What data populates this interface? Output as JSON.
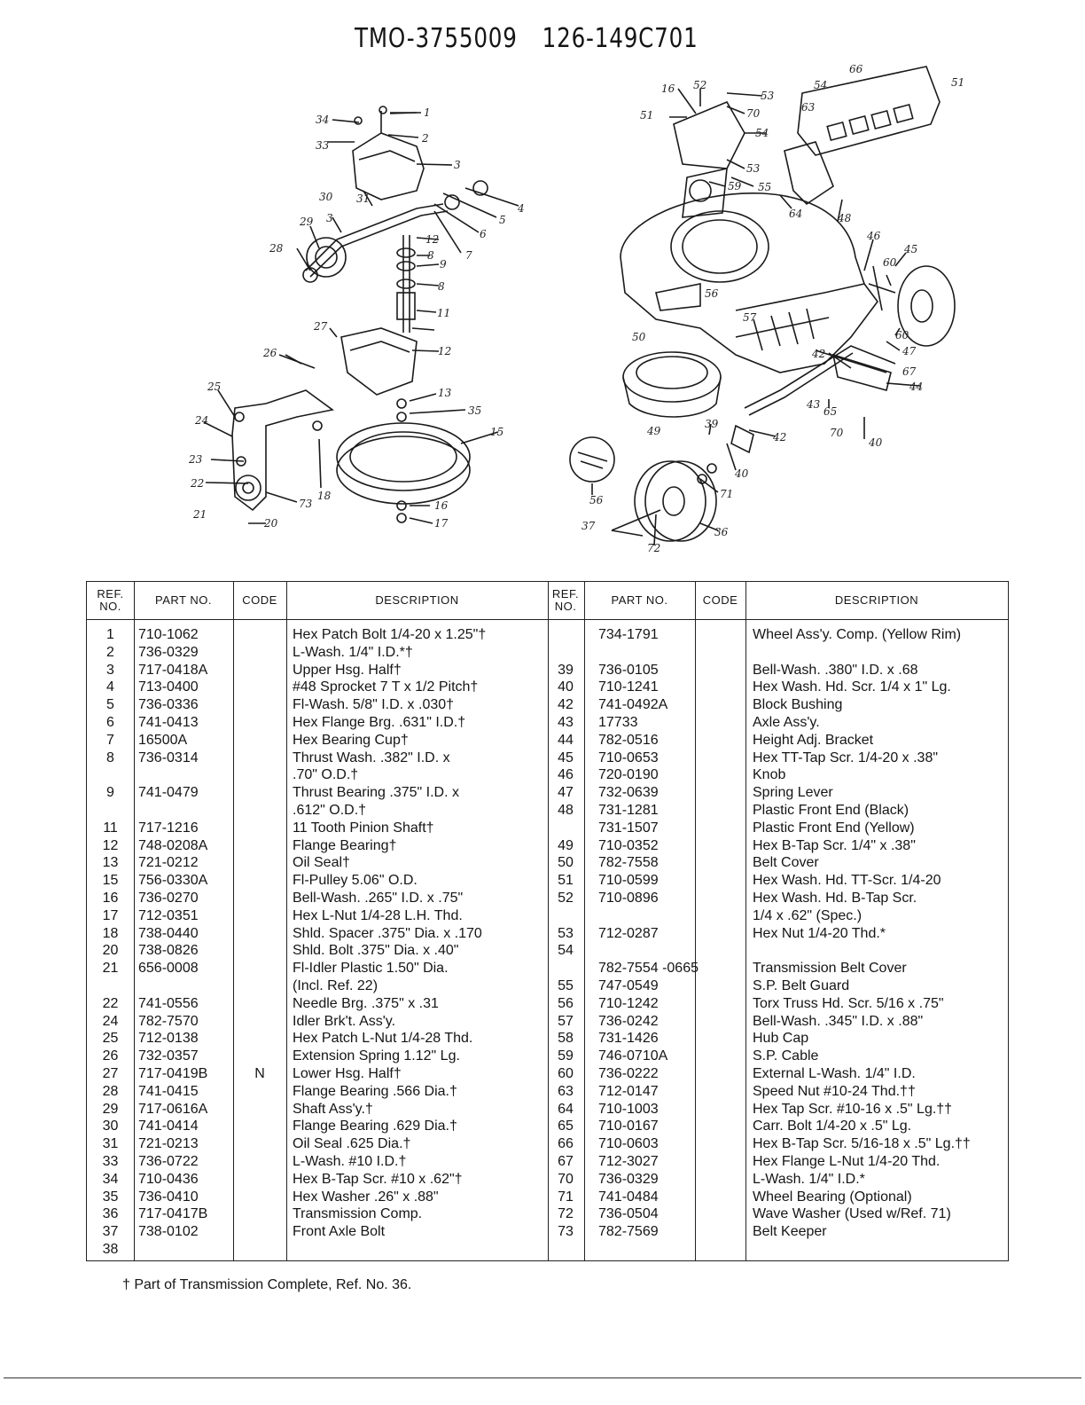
{
  "document": {
    "title_model": "TMO-3755009",
    "title_part": "126-149C701"
  },
  "table_headers": {
    "ref_no": "REF. NO.",
    "part_no": "PART NO.",
    "code": "CODE",
    "description": "DESCRIPTION"
  },
  "left_rows": [
    {
      "ref": "1",
      "part": "710-1062",
      "code": "",
      "desc": "Hex Patch Bolt 1/4-20 x 1.25\"†"
    },
    {
      "ref": "2",
      "part": "736-0329",
      "code": "",
      "desc": "L-Wash. 1/4\" I.D.*†"
    },
    {
      "ref": "3",
      "part": "717-0418A",
      "code": "",
      "desc": "Upper Hsg. Half†"
    },
    {
      "ref": "4",
      "part": "713-0400",
      "code": "",
      "desc": "#48 Sprocket 7 T x 1/2 Pitch†"
    },
    {
      "ref": "5",
      "part": "736-0336",
      "code": "",
      "desc": "Fl-Wash. 5/8\" I.D. x .030†"
    },
    {
      "ref": "6",
      "part": "741-0413",
      "code": "",
      "desc": "Hex Flange Brg. .631\" I.D.†"
    },
    {
      "ref": "7",
      "part": "16500A",
      "code": "",
      "desc": "Hex Bearing Cup†"
    },
    {
      "ref": "8",
      "part": "736-0314",
      "code": "",
      "desc": "Thrust Wash. .382\" I.D. x"
    },
    {
      "ref": "",
      "part": "",
      "code": "",
      "desc": "   .70\" O.D.†"
    },
    {
      "ref": "9",
      "part": "741-0479",
      "code": "",
      "desc": "Thrust Bearing .375\" I.D. x"
    },
    {
      "ref": "",
      "part": "",
      "code": "",
      "desc": "   .612\" O.D.†"
    },
    {
      "ref": "11",
      "part": "717-1216",
      "code": "",
      "desc": "11 Tooth Pinion Shaft†"
    },
    {
      "ref": "12",
      "part": "748-0208A",
      "code": "",
      "desc": "Flange Bearing†"
    },
    {
      "ref": "13",
      "part": "721-0212",
      "code": "",
      "desc": "Oil Seal†"
    },
    {
      "ref": "15",
      "part": "756-0330A",
      "code": "",
      "desc": "Fl-Pulley 5.06\" O.D."
    },
    {
      "ref": "16",
      "part": "736-0270",
      "code": "",
      "desc": "Bell-Wash. .265\" I.D. x .75\""
    },
    {
      "ref": "17",
      "part": "712-0351",
      "code": "",
      "desc": "Hex L-Nut 1/4-28 L.H. Thd."
    },
    {
      "ref": "18",
      "part": "738-0440",
      "code": "",
      "desc": "Shld. Spacer .375\" Dia. x .170"
    },
    {
      "ref": "20",
      "part": "738-0826",
      "code": "",
      "desc": "Shld. Bolt .375\" Dia. x .40\""
    },
    {
      "ref": "21",
      "part": "656-0008",
      "code": "",
      "desc": "Fl-Idler Plastic 1.50\" Dia."
    },
    {
      "ref": "",
      "part": "",
      "code": "",
      "desc": "   (Incl. Ref. 22)"
    },
    {
      "ref": "22",
      "part": "741-0556",
      "code": "",
      "desc": "Needle Brg. .375\" x .31"
    },
    {
      "ref": "24",
      "part": "782-7570",
      "code": "",
      "desc": "Idler Brk't. Ass'y."
    },
    {
      "ref": "25",
      "part": "712-0138",
      "code": "",
      "desc": "Hex Patch L-Nut 1/4-28 Thd."
    },
    {
      "ref": "26",
      "part": "732-0357",
      "code": "",
      "desc": "Extension Spring 1.12\" Lg."
    },
    {
      "ref": "27",
      "part": "717-0419B",
      "code": "N",
      "desc": "Lower Hsg. Half†"
    },
    {
      "ref": "28",
      "part": "741-0415",
      "code": "",
      "desc": "Flange Bearing .566 Dia.†"
    },
    {
      "ref": "29",
      "part": "717-0616A",
      "code": "",
      "desc": "Shaft Ass'y.†"
    },
    {
      "ref": "30",
      "part": "741-0414",
      "code": "",
      "desc": "Flange Bearing .629 Dia.†"
    },
    {
      "ref": "31",
      "part": "721-0213",
      "code": "",
      "desc": "Oil Seal .625 Dia.†"
    },
    {
      "ref": "33",
      "part": "736-0722",
      "code": "",
      "desc": "L-Wash. #10 I.D.†"
    },
    {
      "ref": "34",
      "part": "710-0436",
      "code": "",
      "desc": "Hex B-Tap Scr. #10 x .62\"†"
    },
    {
      "ref": "35",
      "part": "736-0410",
      "code": "",
      "desc": "Hex Washer .26\" x .88\""
    },
    {
      "ref": "36",
      "part": "717-0417B",
      "code": "",
      "desc": "Transmission Comp."
    },
    {
      "ref": "37",
      "part": "738-0102",
      "code": "",
      "desc": "Front Axle Bolt"
    },
    {
      "ref": "38",
      "part": "",
      "code": "",
      "desc": ""
    }
  ],
  "right_rows": [
    {
      "ref": "",
      "part": "734-1791",
      "code": "",
      "desc": "Wheel Ass'y. Comp. (Yellow Rim)"
    },
    {
      "ref": "",
      "part": "",
      "code": "",
      "desc": ""
    },
    {
      "ref": "39",
      "part": "736-0105",
      "code": "",
      "desc": "Bell-Wash. .380\" I.D. x .68"
    },
    {
      "ref": "40",
      "part": "710-1241",
      "code": "",
      "desc": "Hex Wash. Hd. Scr. 1/4 x 1\" Lg."
    },
    {
      "ref": "42",
      "part": "741-0492A",
      "code": "",
      "desc": "Block Bushing"
    },
    {
      "ref": "43",
      "part": "17733",
      "code": "",
      "desc": "Axle Ass'y."
    },
    {
      "ref": "44",
      "part": "782-0516",
      "code": "",
      "desc": "Height Adj. Bracket"
    },
    {
      "ref": "45",
      "part": "710-0653",
      "code": "",
      "desc": "Hex TT-Tap Scr. 1/4-20 x .38\""
    },
    {
      "ref": "46",
      "part": "720-0190",
      "code": "",
      "desc": "Knob"
    },
    {
      "ref": "47",
      "part": "732-0639",
      "code": "",
      "desc": "Spring Lever"
    },
    {
      "ref": "48",
      "part": "731-1281",
      "code": "",
      "desc": "Plastic Front End (Black)"
    },
    {
      "ref": "",
      "part": "731-1507",
      "code": "",
      "desc": "Plastic Front End (Yellow)"
    },
    {
      "ref": "49",
      "part": "710-0352",
      "code": "",
      "desc": "Hex B-Tap Scr. 1/4\" x .38\""
    },
    {
      "ref": "50",
      "part": "782-7558",
      "code": "",
      "desc": "Belt Cover"
    },
    {
      "ref": "51",
      "part": "710-0599",
      "code": "",
      "desc": "Hex Wash. Hd. TT-Scr. 1/4-20"
    },
    {
      "ref": "52",
      "part": "710-0896",
      "code": "",
      "desc": "Hex Wash. Hd. B-Tap Scr."
    },
    {
      "ref": "",
      "part": "",
      "code": "",
      "desc": "   1/4 x .62\" (Spec.)"
    },
    {
      "ref": "53",
      "part": "712-0287",
      "code": "",
      "desc": "Hex Nut 1/4-20 Thd.*"
    },
    {
      "ref": "54",
      "part": "",
      "code": "",
      "desc": ""
    },
    {
      "ref": "",
      "part": "782-7554 -0665",
      "code": "",
      "desc": "Transmission Belt Cover"
    },
    {
      "ref": "55",
      "part": "747-0549",
      "code": "",
      "desc": "S.P. Belt Guard"
    },
    {
      "ref": "56",
      "part": "710-1242",
      "code": "",
      "desc": "Torx Truss Hd. Scr. 5/16 x .75\""
    },
    {
      "ref": "57",
      "part": "736-0242",
      "code": "",
      "desc": "Bell-Wash. .345\" I.D. x .88\""
    },
    {
      "ref": "58",
      "part": "731-1426",
      "code": "",
      "desc": "Hub Cap"
    },
    {
      "ref": "59",
      "part": "746-0710A",
      "code": "",
      "desc": "S.P. Cable"
    },
    {
      "ref": "60",
      "part": "736-0222",
      "code": "",
      "desc": "External L-Wash. 1/4\" I.D."
    },
    {
      "ref": "63",
      "part": "712-0147",
      "code": "",
      "desc": "Speed Nut #10-24 Thd.††"
    },
    {
      "ref": "64",
      "part": "710-1003",
      "code": "",
      "desc": "Hex Tap Scr. #10-16 x .5\" Lg.††"
    },
    {
      "ref": "65",
      "part": "710-0167",
      "code": "",
      "desc": "Carr. Bolt 1/4-20 x .5\" Lg."
    },
    {
      "ref": "66",
      "part": "710-0603",
      "code": "",
      "desc": "Hex B-Tap Scr. 5/16-18 x .5\" Lg.††"
    },
    {
      "ref": "67",
      "part": "712-3027",
      "code": "",
      "desc": "Hex Flange L-Nut 1/4-20 Thd."
    },
    {
      "ref": "70",
      "part": "736-0329",
      "code": "",
      "desc": "L-Wash. 1/4\" I.D.*"
    },
    {
      "ref": "71",
      "part": "741-0484",
      "code": "",
      "desc": "Wheel Bearing (Optional)"
    },
    {
      "ref": "72",
      "part": "736-0504",
      "code": "",
      "desc": "Wave Washer (Used w/Ref. 71)"
    },
    {
      "ref": "73",
      "part": "782-7569",
      "code": "",
      "desc": "Belt Keeper"
    }
  ],
  "footnote": "† Part of Transmission Complete, Ref. No. 36.",
  "callouts_left": [
    "1",
    "2",
    "3",
    "4",
    "5",
    "6",
    "7",
    "8",
    "9",
    "8",
    "11",
    "12",
    "12",
    "13",
    "15",
    "16",
    "17",
    "18",
    "20",
    "21",
    "22",
    "23",
    "24",
    "25",
    "26",
    "27",
    "28",
    "29",
    "30",
    "31",
    "33",
    "34",
    "35",
    "73",
    "3"
  ],
  "callouts_right": [
    "16",
    "52",
    "53",
    "70",
    "51",
    "54",
    "63",
    "66",
    "51",
    "54",
    "53",
    "55",
    "59",
    "64",
    "48",
    "46",
    "45",
    "60",
    "56",
    "50",
    "47",
    "60",
    "57",
    "67",
    "44",
    "42",
    "43",
    "65",
    "70",
    "40",
    "49",
    "39",
    "42",
    "40",
    "71",
    "56",
    "37",
    "72",
    "36"
  ]
}
